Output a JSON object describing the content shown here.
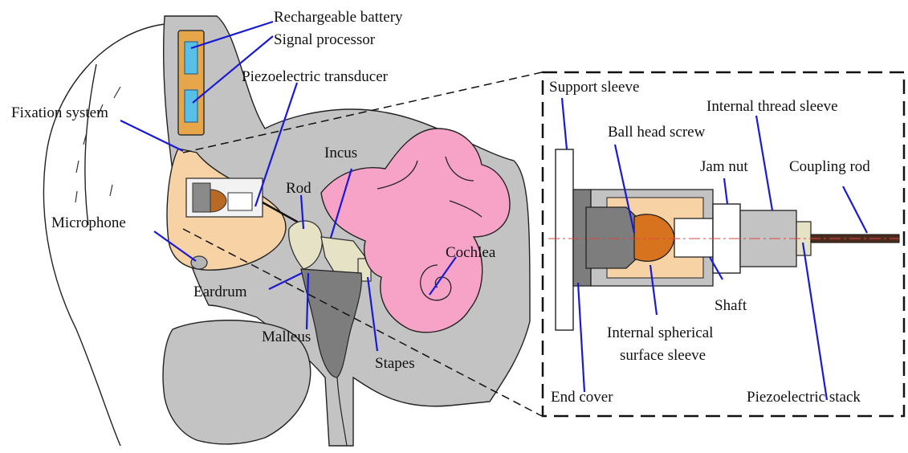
{
  "colors": {
    "arrow": "#1a1ad6",
    "skin": "#f7d2a4",
    "gray": "#c3c3c3",
    "dark_gray": "#7d7d7d",
    "cochlea_pink": "#f7a3c7",
    "bone_beige": "#e6e2c6",
    "orange": "#d7731e",
    "battery_blue": "#58c0e8"
  },
  "labels": {
    "rechargeable_battery": "Rechargeable battery",
    "signal_processor": "Signal processor",
    "piezoelectric_transducer": "Piezoelectric transducer",
    "fixation_system": "Fixation system",
    "incus": "Incus",
    "rod": "Rod",
    "microphone": "Microphone",
    "cochlea": "Cochlea",
    "eardrum": "Eardrum",
    "malleus": "Malleus",
    "stapes": "Stapes"
  },
  "detail_labels": {
    "support_sleeve": "Support sleeve",
    "internal_thread_sleeve": "Internal thread sleeve",
    "ball_head_screw": "Ball head screw",
    "jam_nut": "Jam nut",
    "coupling_rod": "Coupling rod",
    "shaft": "Shaft",
    "internal_spherical_surface_sleeve_line1": "Internal spherical",
    "internal_spherical_surface_sleeve_line2": "surface sleeve",
    "end_cover": "End cover",
    "piezoelectric_stack": "Piezoelectric stack"
  }
}
